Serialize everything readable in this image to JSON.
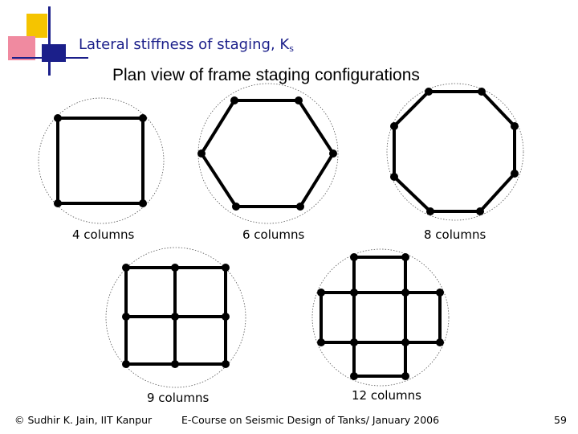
{
  "header": {
    "title_text": "Lateral stiffness of staging, K",
    "title_subscript": "s"
  },
  "subtitle": "Plan view of frame staging configurations",
  "configurations": [
    {
      "label": "4 columns"
    },
    {
      "label": "6 columns"
    },
    {
      "label": "8 columns"
    },
    {
      "label": "9 columns"
    },
    {
      "label": "12 columns"
    }
  ],
  "footer": {
    "author": "© Sudhir K. Jain, IIT Kanpur",
    "course": "E-Course on Seismic Design of Tanks/ January 2006",
    "page_number": "59"
  },
  "colors": {
    "title": "#1b1f8a",
    "logo_yellow": "#f5c400",
    "logo_pink": "#f08aa0",
    "logo_blue": "#1b1f8a"
  }
}
